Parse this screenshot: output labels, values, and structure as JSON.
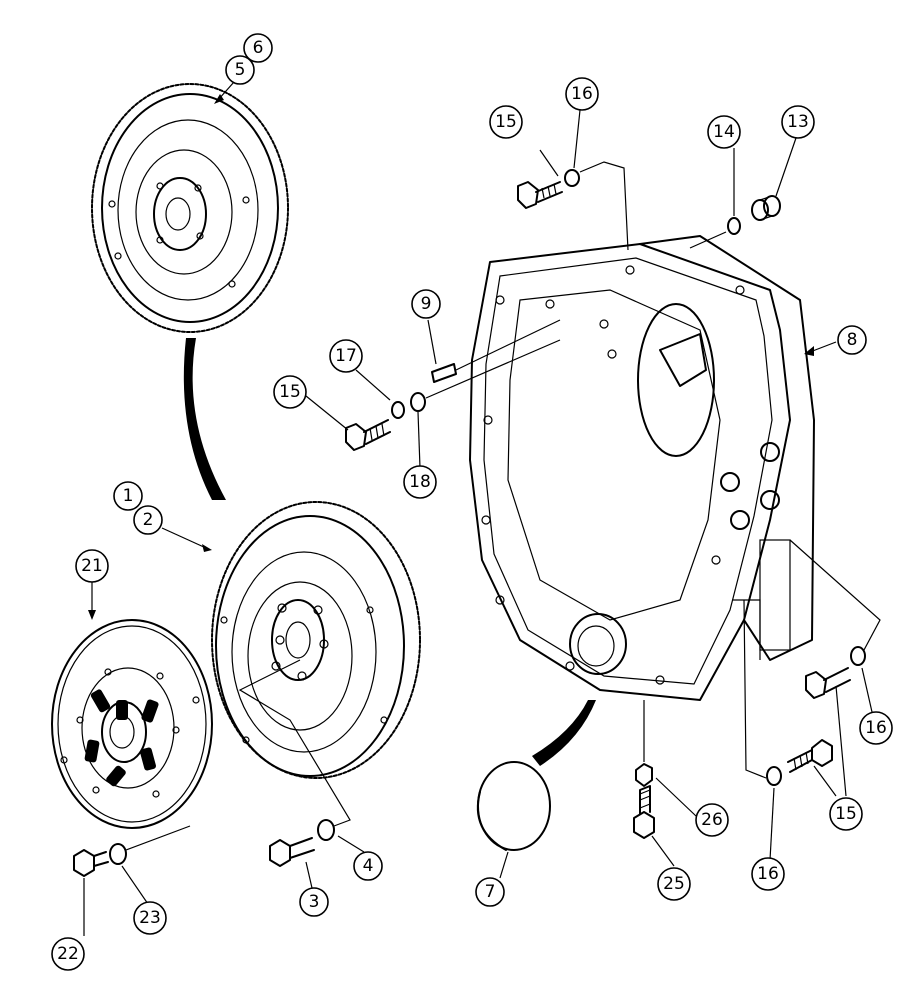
{
  "callouts": [
    {
      "id": "c1",
      "label": "1"
    },
    {
      "id": "c2",
      "label": "2"
    },
    {
      "id": "c3",
      "label": "3"
    },
    {
      "id": "c4",
      "label": "4"
    },
    {
      "id": "c5",
      "label": "5"
    },
    {
      "id": "c6",
      "label": "6"
    },
    {
      "id": "c7",
      "label": "7"
    },
    {
      "id": "c8",
      "label": "8"
    },
    {
      "id": "c9",
      "label": "9"
    },
    {
      "id": "c13",
      "label": "13"
    },
    {
      "id": "c14",
      "label": "14"
    },
    {
      "id": "c15a",
      "label": "15"
    },
    {
      "id": "c15b",
      "label": "15"
    },
    {
      "id": "c15c",
      "label": "15"
    },
    {
      "id": "c16a",
      "label": "16"
    },
    {
      "id": "c16b",
      "label": "16"
    },
    {
      "id": "c16c",
      "label": "16"
    },
    {
      "id": "c17",
      "label": "17"
    },
    {
      "id": "c18",
      "label": "18"
    },
    {
      "id": "c21",
      "label": "21"
    },
    {
      "id": "c22",
      "label": "22"
    },
    {
      "id": "c23",
      "label": "23"
    },
    {
      "id": "c25",
      "label": "25"
    },
    {
      "id": "c26",
      "label": "26"
    }
  ]
}
